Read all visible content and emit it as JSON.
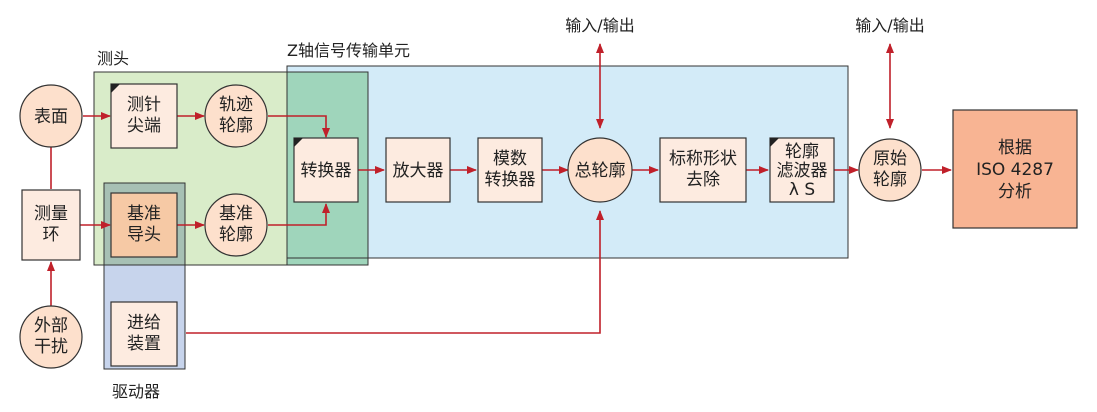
{
  "diagram": {
    "regions": {
      "probe": "测头",
      "z_axis": "Z轴信号传输单元",
      "drive": "驱动器"
    },
    "nodes": {
      "surface": [
        "表面"
      ],
      "measuring_loop": [
        "测量",
        "环"
      ],
      "external_disturbance": [
        "外部",
        "干扰"
      ],
      "stylus_tip": [
        "测针",
        "尖端"
      ],
      "trace_profile": [
        "轨迹",
        "轮廓"
      ],
      "reference_guide": [
        "基准",
        "导头"
      ],
      "reference_profile": [
        "基准",
        "轮廓"
      ],
      "feed_device": [
        "进给",
        "装置"
      ],
      "transducer": [
        "转换器"
      ],
      "amplifier": [
        "放大器"
      ],
      "ad_converter": [
        "模数",
        "转换器"
      ],
      "total_profile": [
        "总轮廓"
      ],
      "nominal_form_removal": [
        "标称形状",
        "去除"
      ],
      "profile_filter": [
        "轮廓",
        "滤波器",
        "λ S"
      ],
      "primary_profile": [
        "原始",
        "轮廓"
      ],
      "iso_analysis": [
        "根据",
        "ISO 4287",
        "分析"
      ]
    },
    "io_labels": {
      "total": "输入/输出",
      "primary": "输入/输出"
    }
  },
  "colors": {
    "arrow": "#c0202a",
    "circle_fill": "#fde0cc",
    "box_fill": "#fdebe0",
    "analysis_fill": "#f8b493",
    "probe_region": "#d9ecc9",
    "z_axis_region": "#d3ebf8",
    "overlap_region": "#9fd5bb",
    "drive_region": "#c7d4ec",
    "guide_box": "#f6c9a5"
  }
}
